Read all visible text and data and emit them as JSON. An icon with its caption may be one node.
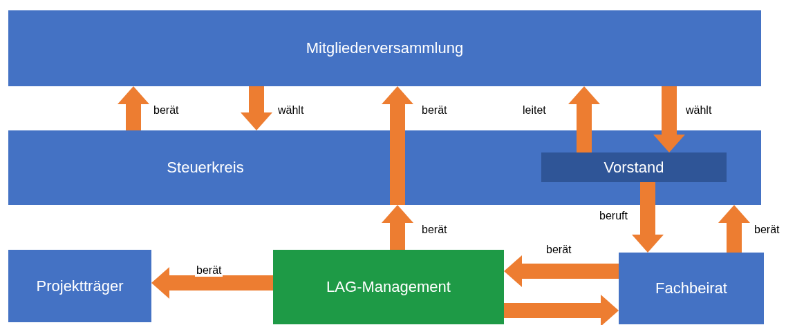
{
  "diagram": {
    "nodes": [
      {
        "text": [
          "Mitgliederversammlung"
        ]
      },
      {
        "text": [
          "Steuerkreis"
        ]
      },
      {
        "text": [
          "Vorstand"
        ],
        "in": 1
      },
      {
        "text": [
          "Projektträger"
        ]
      },
      {
        "text": [
          "LAG-Management"
        ]
      },
      {
        "text": [
          "Fachbeirat"
        ]
      }
    ],
    "edges": [
      {
        "from": 1,
        "to": 0,
        "arrow": "to",
        "label": "berät"
      },
      {
        "from": 0,
        "to": 1,
        "arrow": "to",
        "label": "wählt"
      },
      {
        "from": 1,
        "to": 0,
        "arrow": "to",
        "label": "berät"
      },
      {
        "from": 2,
        "to": 0,
        "arrow": "to",
        "label": "leitet"
      },
      {
        "from": 0,
        "to": 2,
        "arrow": "to",
        "label": "wählt"
      },
      {
        "from": 2,
        "to": 5,
        "arrow": "to",
        "label": "beruft"
      },
      {
        "from": 5,
        "to": 1,
        "arrow": "to",
        "label": "berät"
      },
      {
        "from": 4,
        "to": 1,
        "arrow": "to",
        "label": "berät"
      },
      {
        "from": 5,
        "to": 4,
        "arrow": "to",
        "label": "berät"
      },
      {
        "from": 4,
        "to": 3,
        "arrow": "to",
        "label": "berät"
      },
      {
        "from": 4,
        "to": 5,
        "arrow": "to"
      }
    ]
  }
}
